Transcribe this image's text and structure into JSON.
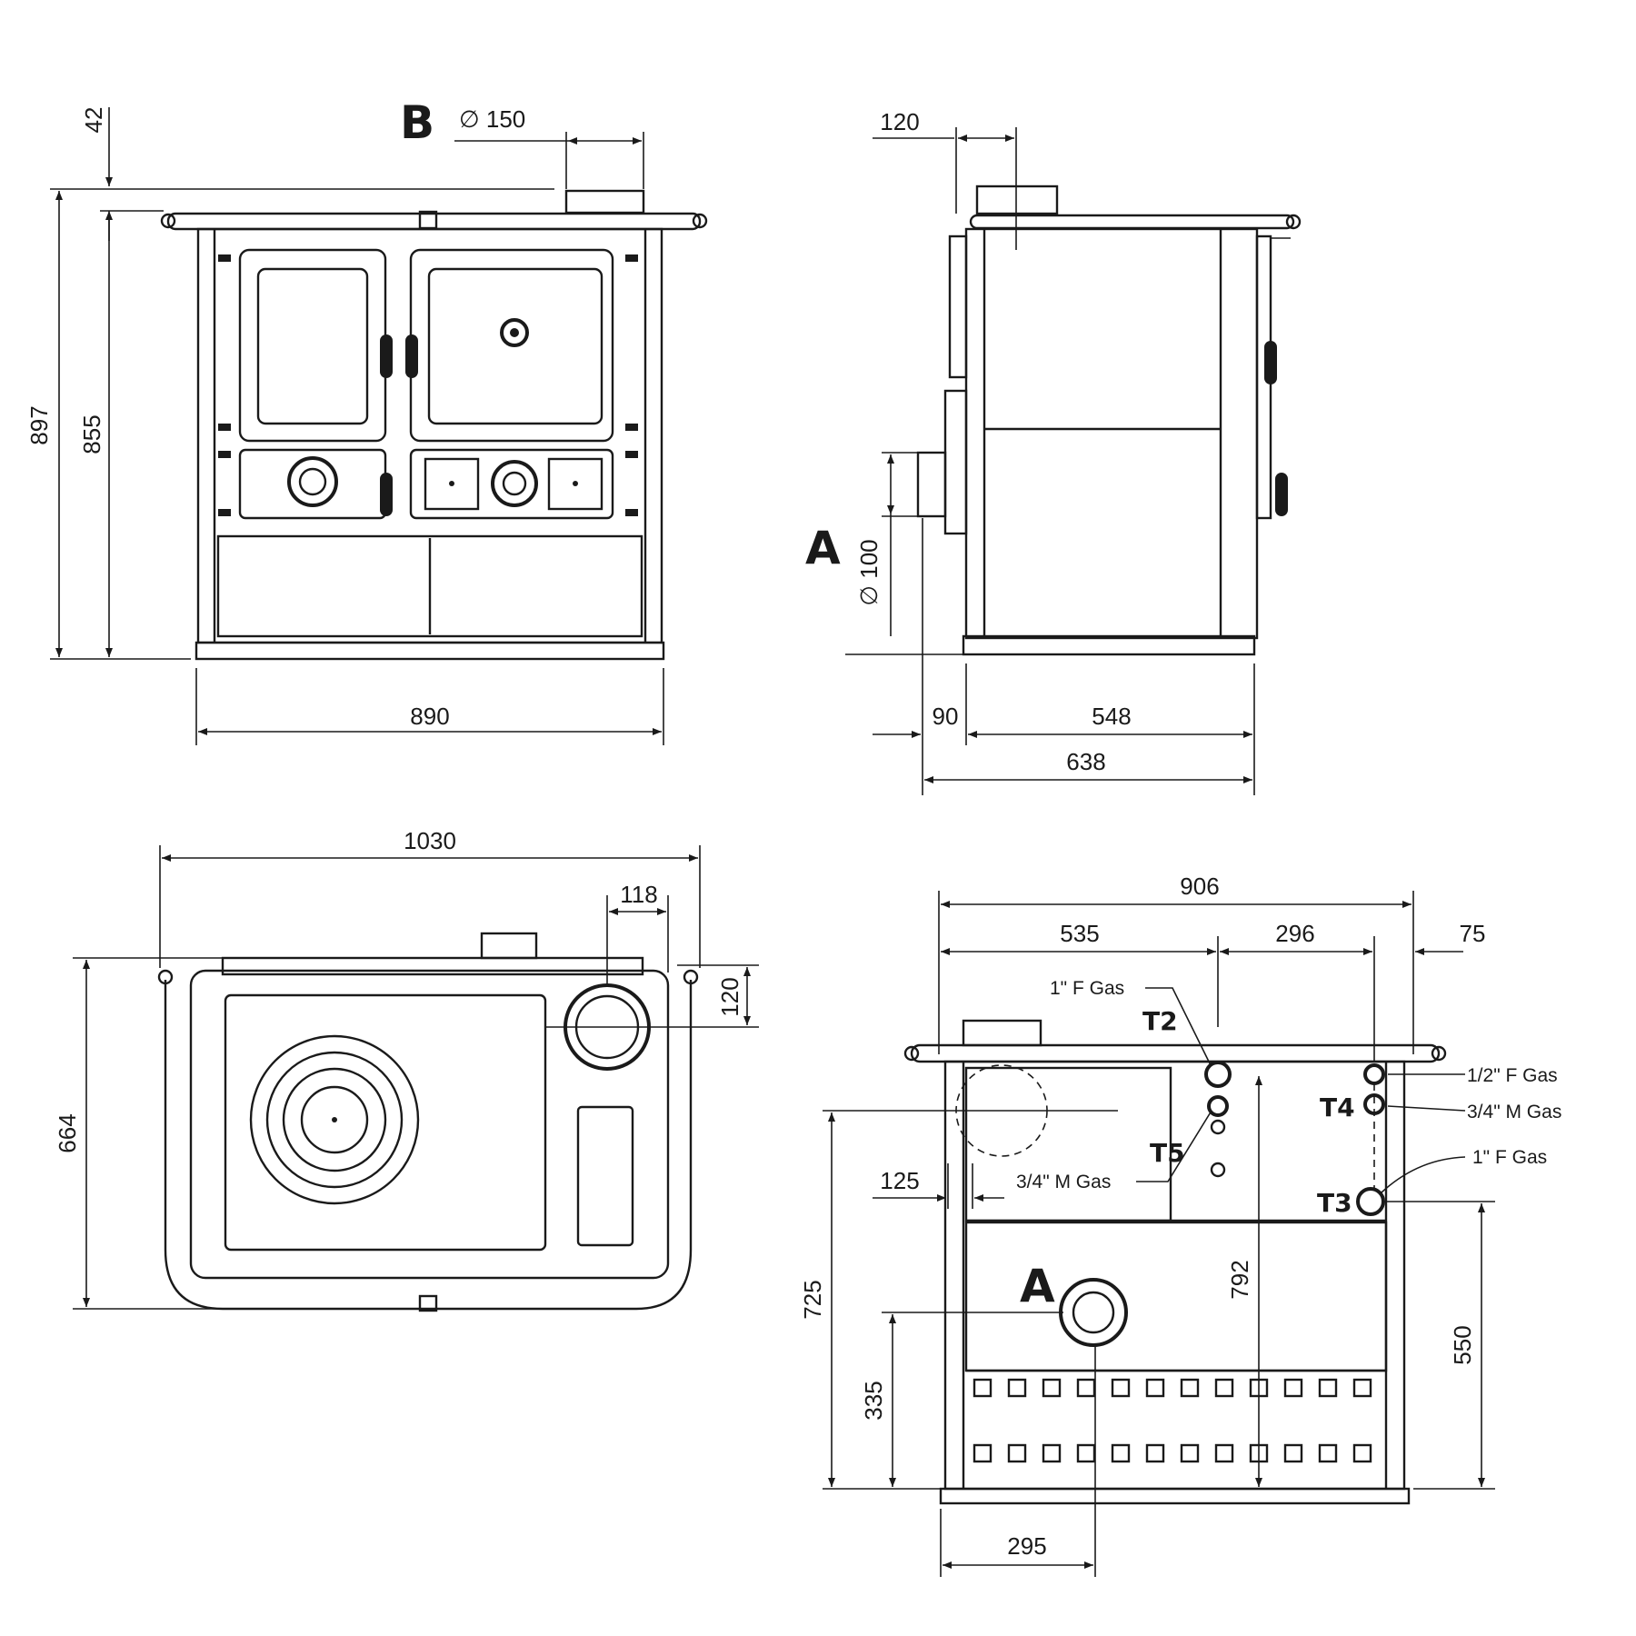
{
  "labels": {
    "B": "B",
    "A_side": "A",
    "A_back": "A",
    "dia150": "∅ 150",
    "dia100": "∅ 100",
    "T2": "T2",
    "T3": "T3",
    "T4": "T4",
    "T5": "T5",
    "gas_1f_top": "1\" F Gas",
    "gas_half_f": "1/2\" F Gas",
    "gas_34m_right": "3/4\" M Gas",
    "gas_1f_right": "1\" F Gas",
    "gas_34m_left": "3/4\" M Gas"
  },
  "dims": {
    "front": {
      "d42": "42",
      "d897": "897",
      "d855": "855",
      "d890": "890"
    },
    "side": {
      "d120": "120",
      "d90": "90",
      "d548": "548",
      "d638": "638"
    },
    "top": {
      "d1030": "1030",
      "d118": "118",
      "d120": "120",
      "d664": "664"
    },
    "back": {
      "d906": "906",
      "d535": "535",
      "d296": "296",
      "d75": "75",
      "d125": "125",
      "d725": "725",
      "d792": "792",
      "d335": "335",
      "d550": "550",
      "d295": "295"
    }
  }
}
